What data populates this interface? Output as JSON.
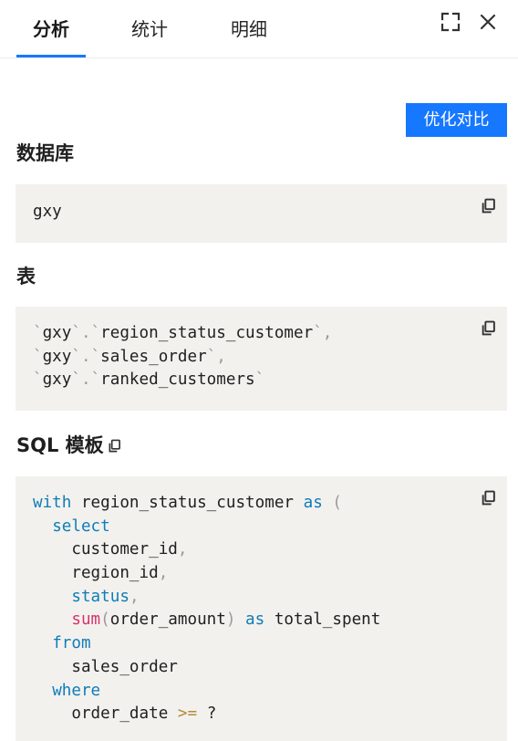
{
  "tabs": [
    {
      "label": "分析",
      "active": true
    },
    {
      "label": "统计",
      "active": false
    },
    {
      "label": "明细",
      "active": false
    }
  ],
  "header_icons": [
    "expand-icon",
    "close-icon"
  ],
  "compare_button": "优化对比",
  "database": {
    "title": "数据库",
    "value": "gxy"
  },
  "tables": {
    "title": "表",
    "backtick": "`",
    "dot": ".",
    "comma": ",",
    "schema": "gxy",
    "names": [
      "region_status_customer",
      "sales_order",
      "ranked_customers"
    ]
  },
  "sql": {
    "title": "SQL 模板",
    "tokens": {
      "with": "with",
      "cte_name": "region_status_customer",
      "as": "as",
      "open_paren": "(",
      "close_paren": ")",
      "comma": ",",
      "select": "select",
      "col_customer_id": "customer_id",
      "col_region_id": "region_id",
      "col_status": "status",
      "fn_sum": "sum",
      "col_order_amount": "order_amount",
      "alias_total_spent": "total_spent",
      "from": "from",
      "table_sales_order": "sales_order",
      "where": "where",
      "col_order_date": "order_date",
      "op_gte": ">=",
      "placeholder": "?"
    }
  },
  "colors": {
    "accent": "#1677ff",
    "code_bg": "#f3f1ee",
    "keyword": "#0e7db7",
    "function": "#d6336c",
    "operator": "#b58a3a",
    "punctuation": "#9a9a9a"
  },
  "icons": {
    "copy": "copy-icon",
    "expand": "expand-icon",
    "close": "close-icon"
  }
}
